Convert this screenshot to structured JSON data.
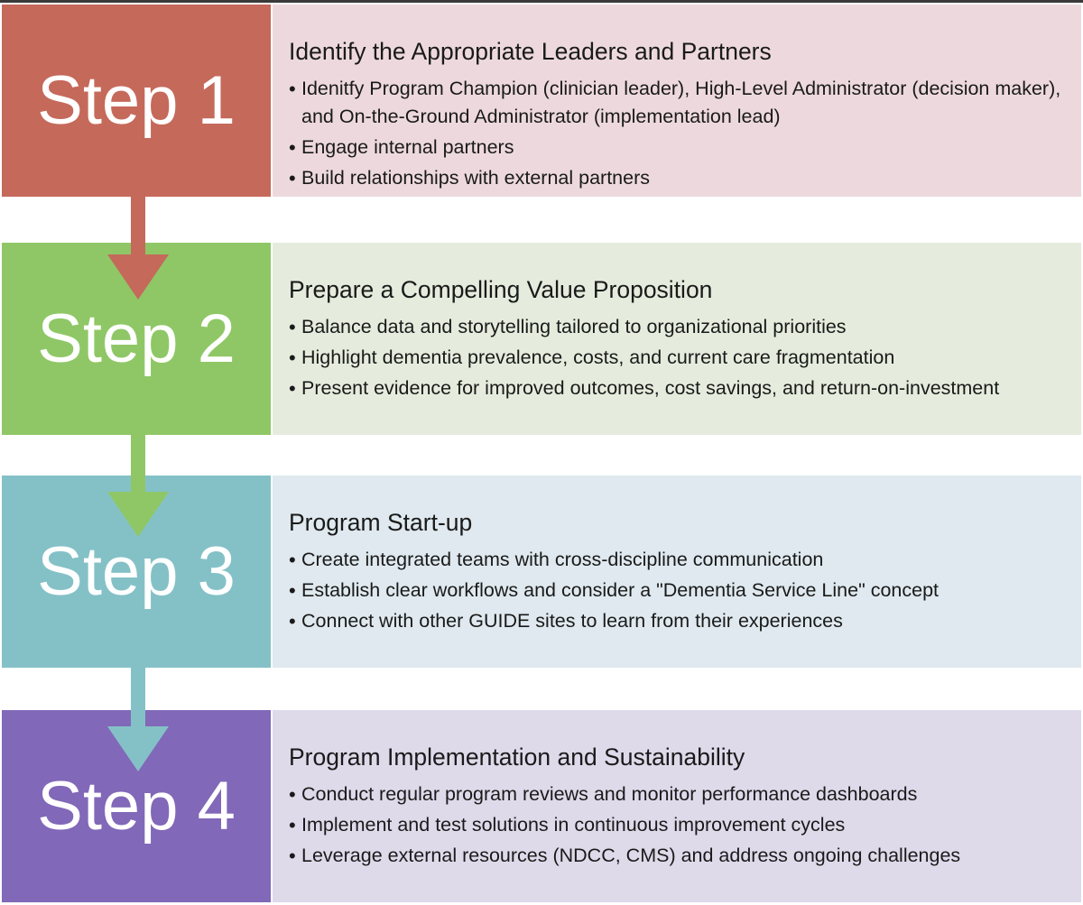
{
  "colors": {
    "step1_box": "#c5695b",
    "step1_panel": "#edd9dd",
    "step2_box": "#8fc766",
    "step2_panel": "#e5ecdd",
    "step3_box": "#84c1c7",
    "step3_panel": "#dfe9ef",
    "step4_box": "#8168b8",
    "step4_panel": "#dedaea"
  },
  "steps": [
    {
      "label": "Step 1",
      "title": "Identify the Appropriate Leaders and Partners",
      "bullets": [
        "Idenitfy Program Champion (clinician leader), High-Level Administrator (decision maker), and On-the-Ground Administrator (implementation lead)",
        "Engage internal partners",
        "Build relationships with external partners"
      ]
    },
    {
      "label": "Step 2",
      "title": "Prepare a Compelling Value Proposition",
      "bullets": [
        "Balance data and storytelling tailored to organizational priorities",
        "Highlight dementia prevalence, costs, and current care fragmentation",
        "Present evidence for improved outcomes, cost savings, and return-on-investment"
      ]
    },
    {
      "label": "Step 3",
      "title": "Program Start-up",
      "bullets": [
        "Create integrated teams with cross-discipline communication",
        "Establish clear workflows and consider a \"Dementia Service Line\" concept",
        "Connect with other GUIDE sites to learn from their experiences"
      ]
    },
    {
      "label": "Step 4",
      "title": "Program Implementation and Sustainability",
      "bullets": [
        "Conduct regular program reviews and monitor performance dashboards",
        "Implement and test solutions in continuous improvement cycles",
        "Leverage external resources (NDCC, CMS) and address ongoing challenges"
      ]
    }
  ]
}
